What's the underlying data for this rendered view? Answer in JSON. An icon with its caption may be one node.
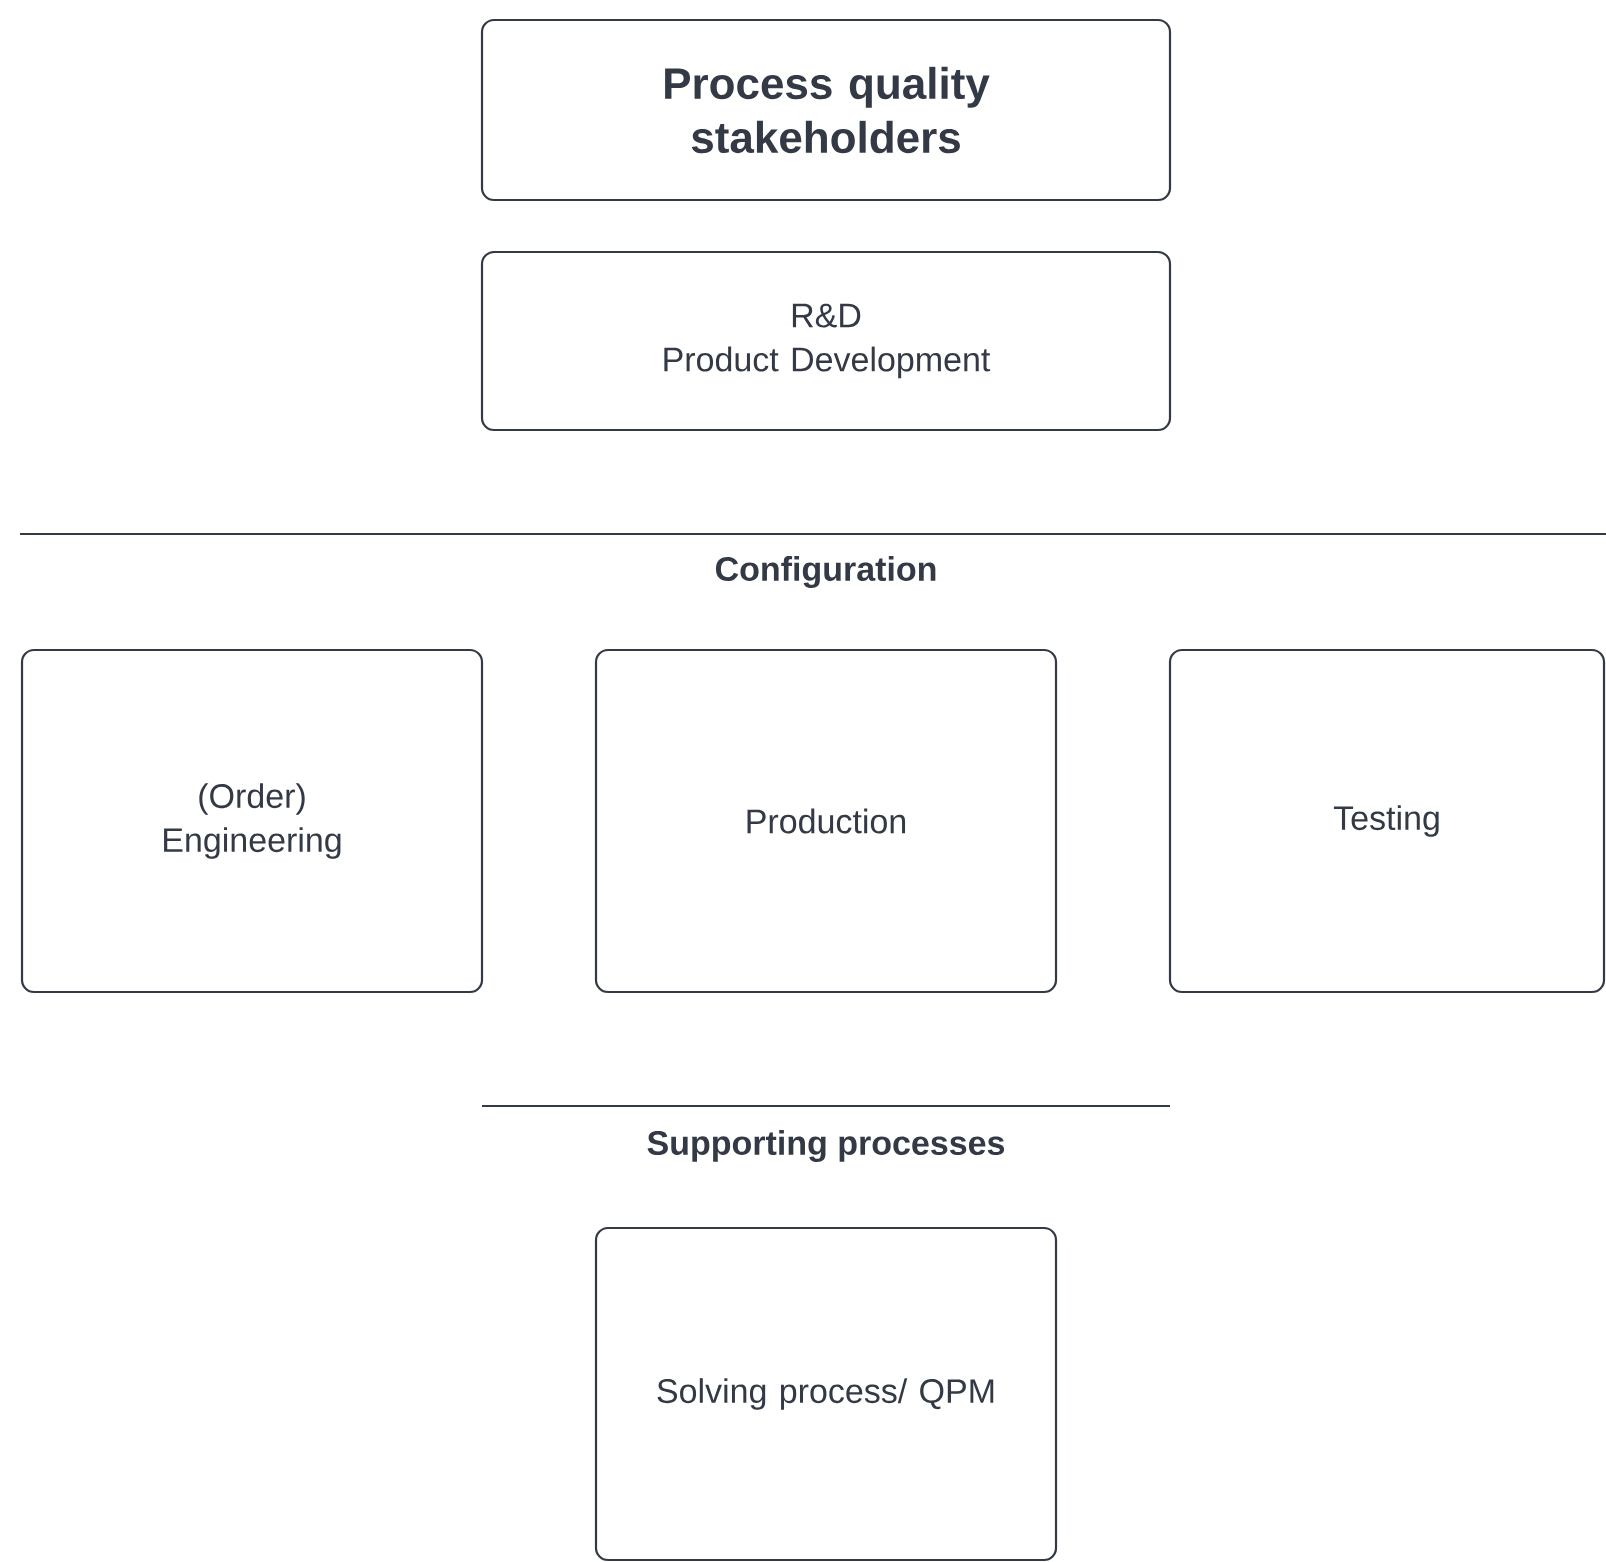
{
  "diagram": {
    "nodes": [
      {
        "text": [
          "Process quality stakeholders"
        ]
      },
      {
        "text": [
          "R&D",
          "Product Development"
        ]
      },
      {
        "text": [
          "(Order) Engineering"
        ]
      },
      {
        "text": [
          "Production"
        ]
      },
      {
        "text": [
          "Testing"
        ]
      },
      {
        "text": [
          "Solving process/ QPM"
        ]
      }
    ],
    "labels": [
      "Configuration",
      "Supporting processes"
    ]
  }
}
